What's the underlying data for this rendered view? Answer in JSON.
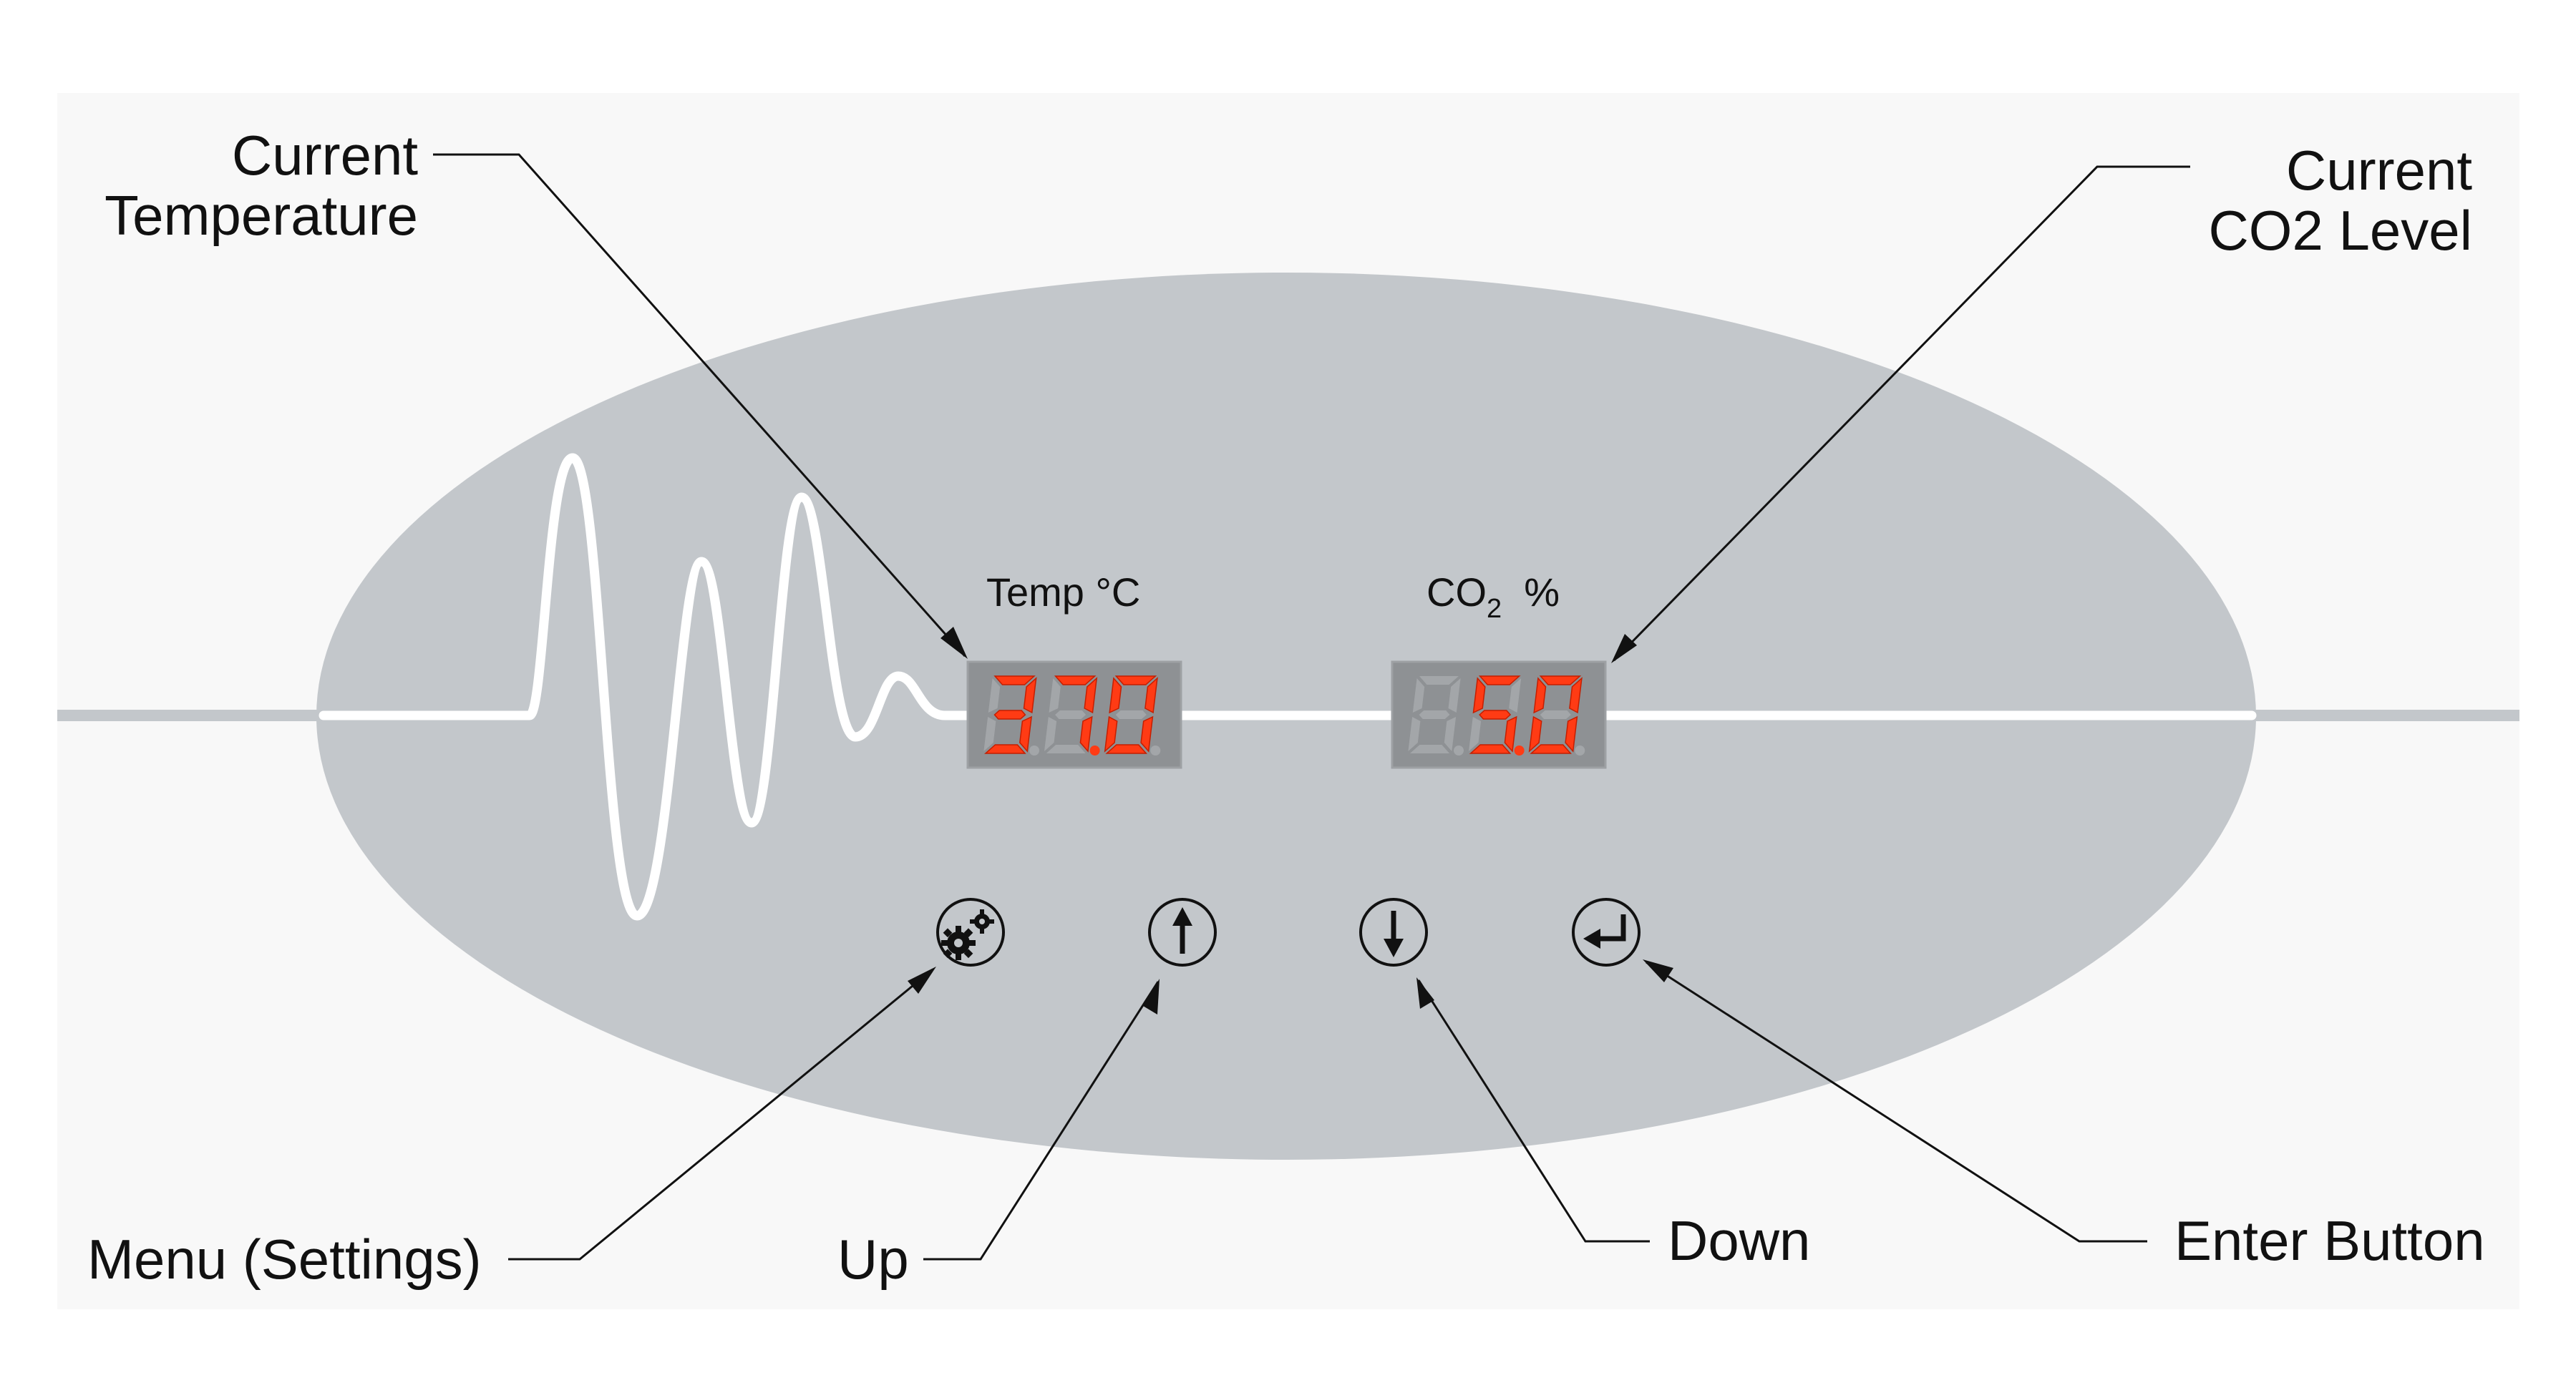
{
  "colors": {
    "page_background": "#f8f8f8",
    "panel": "#c3c7cb",
    "display_background": "#8e9194",
    "segment_on": "#ff3b14",
    "segment_off": "#a3a6a9",
    "wave_line": "#ffffff",
    "leader_line": "#111111"
  },
  "callouts": {
    "current_temperature": [
      "Current",
      "Temperature"
    ],
    "current_co2_level": [
      "Current",
      "CO2 Level"
    ],
    "menu": "Menu (Settings)",
    "up": "Up",
    "down": "Down",
    "enter": "Enter Button"
  },
  "panel": {
    "temp_label": "Temp °C",
    "co2_label_main": "CO",
    "co2_label_sub": "2",
    "co2_label_unit": "%",
    "temp_display": {
      "digits": [
        "3",
        "7",
        "0"
      ],
      "decimal_after_index": 1,
      "value": "37.0"
    },
    "co2_display": {
      "digits": [
        "",
        "5",
        "0"
      ],
      "decimal_after_index": 1,
      "value": "5.0"
    }
  },
  "buttons": {
    "menu": {
      "icon": "gears-icon"
    },
    "up": {
      "icon": "arrow-up-icon"
    },
    "down": {
      "icon": "arrow-down-icon"
    },
    "enter": {
      "icon": "enter-return-icon"
    }
  }
}
